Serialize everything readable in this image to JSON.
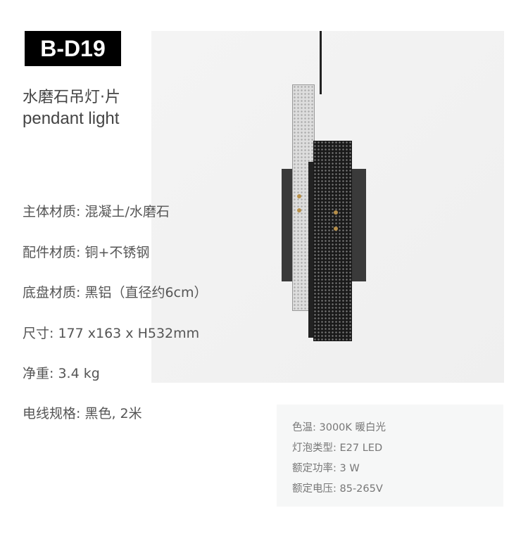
{
  "code": "B-D19",
  "title_cn": "水磨石吊灯·片",
  "title_en": "pendant light",
  "specs": [
    "主体材质: 混凝土/水磨石",
    "配件材质: 铜+不锈钢",
    "底盘材质: 黑铝（直径约6cm）",
    "尺寸: 177 x163 x H532mm",
    "净重: 3.4 kg",
    "电线规格: 黑色, 2米"
  ],
  "sub_specs": [
    "色温: 3000K 暖白光",
    "灯泡类型: E27 LED",
    "额定功率: 3 W",
    "额定电压: 85-265V"
  ]
}
